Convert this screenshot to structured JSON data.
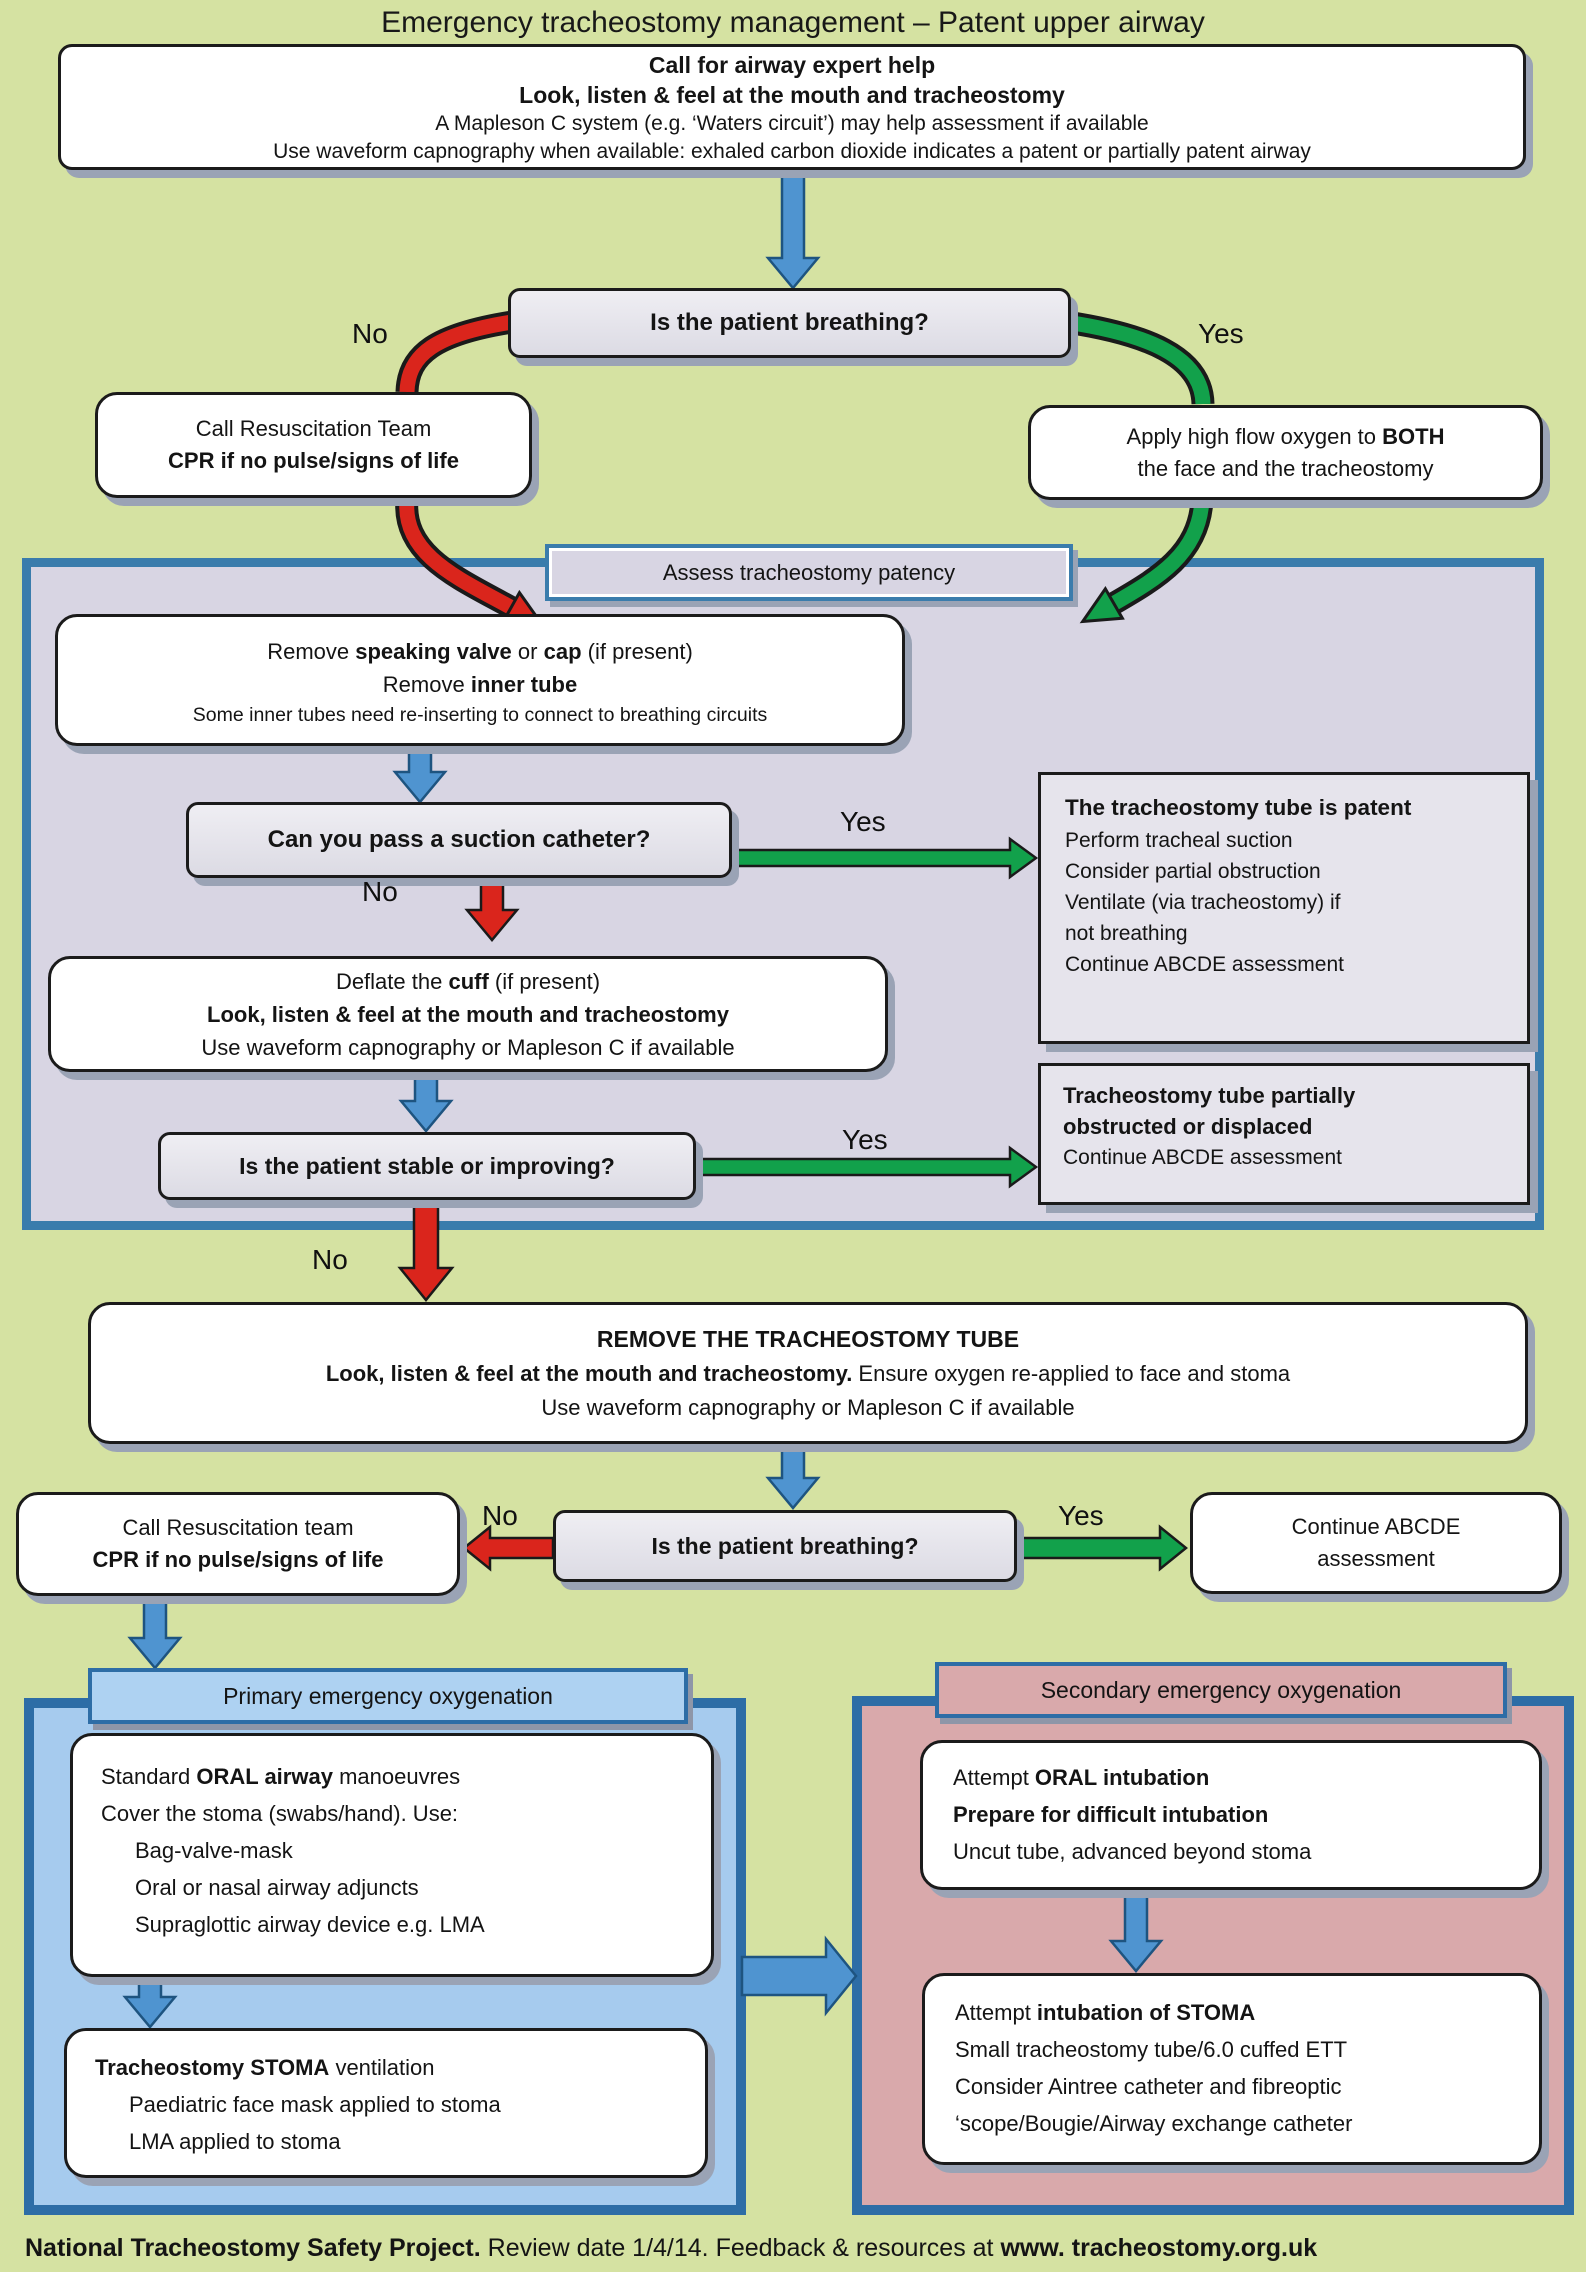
{
  "title": "Emergency tracheostomy management – Patent upper airway",
  "colors": {
    "background": "#d5e2a2",
    "panel_purple": "#d8d5e3",
    "panel_blue": "#a6cbee",
    "panel_pink": "#d9a9ab",
    "panel_border": "#2d6da6",
    "arrow_blue": "#4f94d0",
    "arrow_green": "#12a14b",
    "arrow_red": "#da251c",
    "question_box": "#e6e5eb"
  },
  "top_box": {
    "l1": "Call for airway expert help",
    "l2": "Look, listen & feel at the mouth and tracheostomy",
    "l3": "A Mapleson C system (e.g. ‘Waters circuit’) may help assessment if available",
    "l4": "Use waveform capnography when available: exhaled carbon dioxide indicates a patent or partially patent airway"
  },
  "q1": {
    "text": "Is the patient breathing?",
    "no": "No",
    "yes": "Yes"
  },
  "left1": {
    "l1": "Call Resuscitation Team",
    "l2": "CPR if no pulse/signs of life"
  },
  "right1": {
    "l1a": "Apply high flow oxygen to ",
    "l1b": "BOTH",
    "l2": "the face and the tracheostomy"
  },
  "assess": {
    "header": "Assess tracheostomy patency"
  },
  "valve_box": {
    "l1a": "Remove ",
    "l1b": "speaking valve",
    "l1c": " or ",
    "l1d": "cap",
    "l1e": " (if present)",
    "l2a": "Remove ",
    "l2b": "inner tube",
    "l3": "Some inner tubes need re-inserting to connect to breathing circuits"
  },
  "q2": {
    "text": "Can you pass a suction catheter?",
    "yes": "Yes",
    "no": "No"
  },
  "patent_box": {
    "title": "The tracheostomy tube is patent",
    "l1": "Perform tracheal suction",
    "l2": "Consider partial obstruction",
    "l3": "Ventilate (via tracheostomy) if",
    "l4": "not breathing",
    "l5": "Continue ABCDE assessment"
  },
  "deflate_box": {
    "l1a": "Deflate the ",
    "l1b": "cuff",
    "l1c": " (if present)",
    "l2": "Look, listen & feel at the mouth and tracheostomy",
    "l3": "Use waveform capnography or Mapleson C if available"
  },
  "q3": {
    "text": "Is the patient stable or improving?",
    "yes": "Yes",
    "no": "No"
  },
  "obstructed_box": {
    "l1": "Tracheostomy tube partially",
    "l2": "obstructed or displaced",
    "l3": "Continue ABCDE assessment"
  },
  "remove_box": {
    "l1": "REMOVE THE TRACHEOSTOMY TUBE",
    "l2a": "Look, listen & feel at the mouth and tracheostomy.",
    "l2b": " Ensure oxygen re-applied to face and stoma",
    "l3": "Use waveform capnography or Mapleson C if available"
  },
  "q4": {
    "text": "Is the patient breathing?",
    "no": "No",
    "yes": "Yes"
  },
  "left2": {
    "l1": "Call Resuscitation team",
    "l2": "CPR if no pulse/signs of life"
  },
  "right2": {
    "l1": "Continue ABCDE",
    "l2": "assessment"
  },
  "primary": {
    "header": "Primary emergency oxygenation",
    "box1": {
      "l1a": "Standard ",
      "l1b": "ORAL airway",
      "l1c": " manoeuvres",
      "l2": "Cover the stoma (swabs/hand). Use:",
      "l3": "Bag-valve-mask",
      "l4": "Oral or nasal airway adjuncts",
      "l5": "Supraglottic airway device e.g. LMA"
    },
    "box2": {
      "l1a": "Tracheostomy STOMA",
      "l1b": " ventilation",
      "l2": "Paediatric face mask applied to stoma",
      "l3": "LMA applied to stoma"
    }
  },
  "secondary": {
    "header": "Secondary emergency oxygenation",
    "box1": {
      "l1a": "Attempt ",
      "l1b": "ORAL intubation",
      "l2": "Prepare for difficult intubation",
      "l3": "Uncut tube, advanced beyond stoma"
    },
    "box2": {
      "l1a": "Attempt ",
      "l1b": "intubation of STOMA",
      "l2": "Small tracheostomy tube/6.0 cuffed ETT",
      "l3": "Consider Aintree catheter and fibreoptic",
      "l4": "‘scope/Bougie/Airway exchange catheter"
    }
  },
  "footer": {
    "b1": "National Tracheostomy Safety Project.",
    "r1": " Review date 1/4/14. Feedback & resources at ",
    "b2": "www. tracheostomy.org.uk"
  }
}
